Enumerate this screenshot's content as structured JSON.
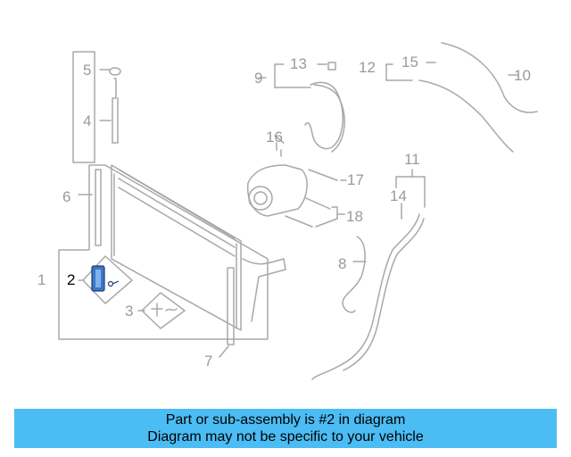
{
  "callouts": {
    "c1": "1",
    "c2": "2",
    "c3": "3",
    "c4": "4",
    "c5": "5",
    "c6": "6",
    "c7": "7",
    "c8": "8",
    "c9": "9",
    "c10": "10",
    "c11": "11",
    "c12": "12",
    "c13": "13",
    "c14": "14",
    "c15": "15",
    "c16": "16",
    "c17": "17",
    "c18": "18"
  },
  "highlighted_part": "2",
  "info_bar": {
    "line1": "Part or sub-assembly is #2 in diagram",
    "line2": "Diagram may not be specific to your vehicle",
    "background": "#4bbcf4"
  },
  "colors": {
    "line_art": "#a8a8a8",
    "highlight_part": "#3a78c8",
    "callout_text": "#9a9a9a"
  }
}
